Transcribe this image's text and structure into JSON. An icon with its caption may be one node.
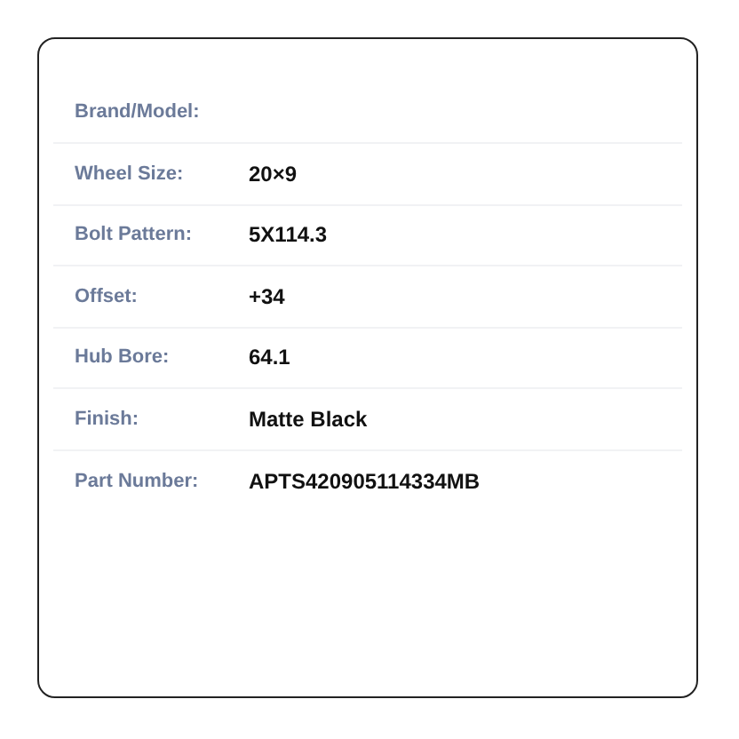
{
  "diagram": {
    "labels": [
      "Brand/Model:",
      "Wheel Size:",
      "20×9",
      "Bolt Pattern:",
      "5X114.3",
      "Offset:",
      "+34",
      "Hub Bore:",
      "64.1",
      "Finish:",
      "Matte Black",
      "Part Number:",
      "APTS420905114334MB"
    ]
  }
}
